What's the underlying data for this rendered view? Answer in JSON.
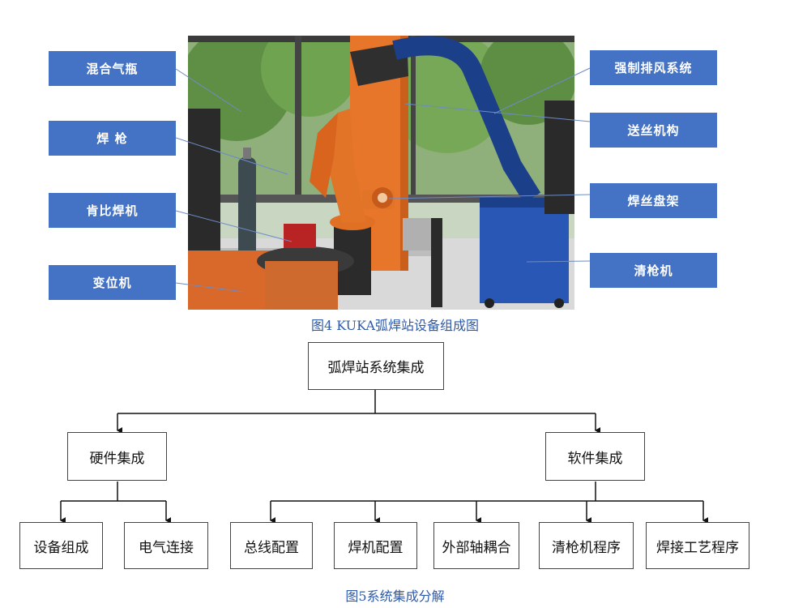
{
  "figure4": {
    "caption": "图4  KUKA弧焊站设备组成图",
    "labels_left": [
      "混合气瓶",
      "焊  枪",
      "肯比焊机",
      "变位机"
    ],
    "labels_right": [
      "强制排风系统",
      "送丝机构",
      "焊丝盘架",
      "清枪机"
    ]
  },
  "figure5": {
    "caption": "图5系统集成分解",
    "root": "弧焊站系统集成",
    "hardware": {
      "label": "硬件集成",
      "children": [
        "设备组成",
        "电气连接"
      ]
    },
    "software": {
      "label": "软件集成",
      "children": [
        "总线配置",
        "焊机配置",
        "外部轴耦合",
        "清枪机程序",
        "焊接工艺程序"
      ]
    }
  }
}
